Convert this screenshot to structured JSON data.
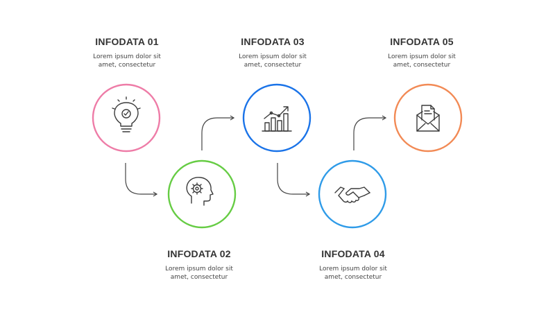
{
  "steps": [
    {
      "title": "INFODATA 01",
      "desc_line1": "Lorem ipsum dolor sit",
      "desc_line2": "amet, consectetur",
      "color": "#ee7ca7",
      "icon": "lightbulb-check-icon"
    },
    {
      "title": "INFODATA 02",
      "desc_line1": "Lorem ipsum dolor sit",
      "desc_line2": "amet, consectetur",
      "color": "#66cc44",
      "icon": "head-gear-icon"
    },
    {
      "title": "INFODATA 03",
      "desc_line1": "Lorem ipsum dolor sit",
      "desc_line2": "amet, consectetur",
      "color": "#1a73e8",
      "icon": "bar-chart-growth-icon"
    },
    {
      "title": "INFODATA 04",
      "desc_line1": "Lorem ipsum dolor sit",
      "desc_line2": "amet, consectetur",
      "color": "#2f9be8",
      "icon": "handshake-icon"
    },
    {
      "title": "INFODATA 05",
      "desc_line1": "Lorem ipsum dolor sit",
      "desc_line2": "amet, consectetur",
      "color": "#f28a55",
      "icon": "envelope-document-icon"
    }
  ],
  "arrow_color": "#444444",
  "icon_color": "#3a3a3a"
}
